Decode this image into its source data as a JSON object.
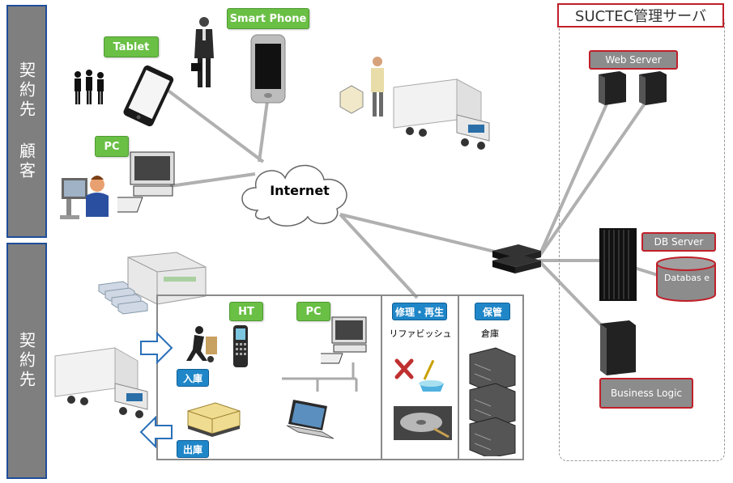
{
  "bands": {
    "top_label": "契約先 顧客",
    "bottom_label": "契約先"
  },
  "suctec": {
    "title": "SUCTEC管理サーバ"
  },
  "devices": {
    "tablet": "Tablet",
    "smartphone": "Smart Phone",
    "pc_top": "PC"
  },
  "internet": {
    "label": "Internet"
  },
  "servers": {
    "web": "Web Server",
    "db": "DB Server",
    "database": "Databas e",
    "business_logic": "Business Logic"
  },
  "warehouse": {
    "ht": "HT",
    "pc": "PC",
    "repair": "修理・再生",
    "refurbish": "リファビッシュ",
    "storage": "保管",
    "storehouse": "倉庫",
    "inbound": "入庫",
    "outbound": "出庫"
  },
  "colors": {
    "green_tag": "#6abf45",
    "blue_tag": "#1f86c8",
    "red_border": "#c0202a",
    "band_gray": "#7f7f7f",
    "band_border": "#1f4e9a"
  }
}
